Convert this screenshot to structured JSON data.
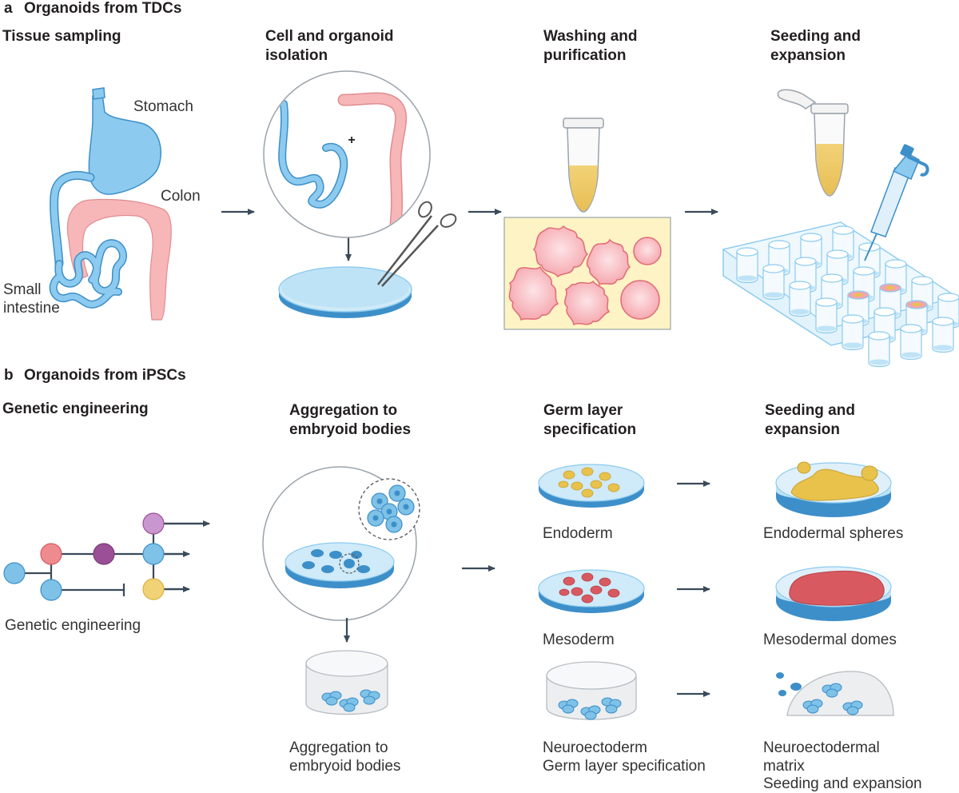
{
  "panel_a": {
    "letter": "a",
    "title": "Organoids from TDCs",
    "steps": [
      "Tissue sampling",
      "Cell and organoid isolation",
      "Washing and purification",
      "Seeding and expansion"
    ],
    "organs": {
      "stomach": "Stomach",
      "colon": "Colon",
      "small_intestine_line1": "Small",
      "small_intestine_line2": "intestine"
    },
    "plus_sign": "+"
  },
  "panel_b": {
    "letter": "b",
    "title": "Organoids from iPSCs",
    "steps": [
      "Genetic engineering",
      "Aggregation to embryoid bodies",
      "Germ layer specification",
      "Seeding and expansion"
    ],
    "captions": {
      "genetic": "Genetic engineering",
      "aggregation": "Aggregation to embryoid bodies",
      "endoderm": "Endoderm",
      "mesoderm": "Mesoderm",
      "neuroectoderm_line1": "Neuroectoderm",
      "neuroectoderm_line2": "Germ layer specification",
      "endo_spheres": "Endodermal spheres",
      "meso_domes": "Mesodermal domes",
      "neuro_matrix_line1": "Neuroectodermal",
      "neuro_matrix_line2": "matrix",
      "neuro_matrix_line3": "Seeding and expansion"
    }
  },
  "colors": {
    "blue": "#7fc2e8",
    "blue_dark": "#3d8fc9",
    "pink": "#f2b3b3",
    "yellow": "#e8c24a",
    "red": "#d85a60",
    "purple": "#9b4f96",
    "arrow": "#3a4a5a"
  }
}
